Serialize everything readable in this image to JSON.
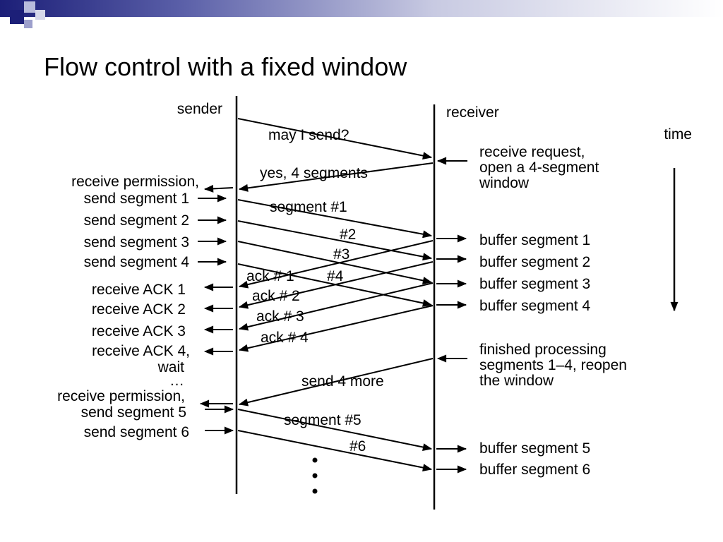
{
  "title": "Flow control with a fixed window",
  "sender_label": "sender",
  "receiver_label": "receiver",
  "time_label": "time",
  "sender_events": {
    "receive_permission_1": "receive permission,",
    "send_segment_1": "send segment 1",
    "send_segment_2": "send segment 2",
    "send_segment_3": "send segment 3",
    "send_segment_4": "send segment 4",
    "receive_ack_1": "receive ACK 1",
    "receive_ack_2": "receive ACK 2",
    "receive_ack_3": "receive ACK 3",
    "receive_ack_4": "receive ACK 4,",
    "wait": "wait",
    "ellipsis": "…",
    "receive_permission_2": "receive permission,",
    "send_segment_5": "send segment 5",
    "send_segment_6": "send segment 6"
  },
  "receiver_events": {
    "receive_request_line1": "receive request,",
    "receive_request_line2": "open a 4-segment",
    "receive_request_line3": "window",
    "buffer_1": "buffer segment 1",
    "buffer_2": "buffer segment 2",
    "buffer_3": "buffer segment 3",
    "buffer_4": "buffer segment 4",
    "finished_line1": "finished processing",
    "finished_line2": "segments 1–4, reopen",
    "finished_line3": "the window",
    "buffer_5": "buffer segment 5",
    "buffer_6": "buffer segment 6"
  },
  "messages": {
    "may_i_send": "may I send?",
    "yes_4_segments": "yes, 4 segments",
    "segment_1": "segment #1",
    "segment_2": "#2",
    "segment_3": "#3",
    "segment_4": "#4",
    "ack_1": "ack # 1",
    "ack_2": "ack # 2",
    "ack_3": "ack # 3",
    "ack_4": "ack # 4",
    "send_4_more": "send 4 more",
    "segment_5": "segment #5",
    "segment_6": "#6"
  },
  "colors": {
    "header_dark": "#1c1f78",
    "header_mid": "#5a5fa8",
    "header_light": "#c8cae2"
  }
}
